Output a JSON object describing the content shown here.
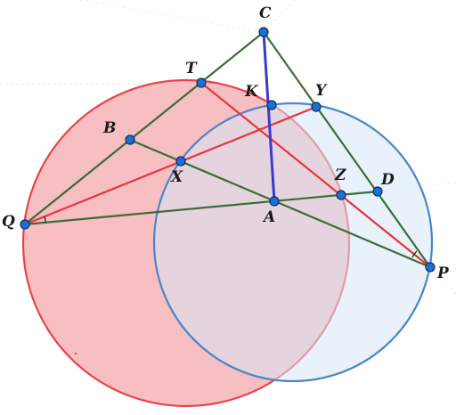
{
  "points": {
    "C": {
      "label": "C"
    },
    "T": {
      "label": "T"
    },
    "K": {
      "label": "K"
    },
    "Y": {
      "label": "Y"
    },
    "B": {
      "label": "B"
    },
    "X": {
      "label": "X"
    },
    "Z": {
      "label": "Z"
    },
    "D": {
      "label": "D"
    },
    "Q": {
      "label": "Q"
    },
    "A": {
      "label": "A"
    },
    "P": {
      "label": "P"
    }
  },
  "colors": {
    "red_circle_fill": "#f4a9ad",
    "red_circle_stroke": "#e8434a",
    "blue_circle_fill": "#d7e6f6",
    "blue_circle_stroke": "#4a86c8",
    "triangle_lines": "#3d6b3a",
    "red_lines": "#e8343c",
    "cevian": "#3a3ad0",
    "point_fill": "#1f6fd1",
    "point_stroke": "#0b2f66"
  }
}
